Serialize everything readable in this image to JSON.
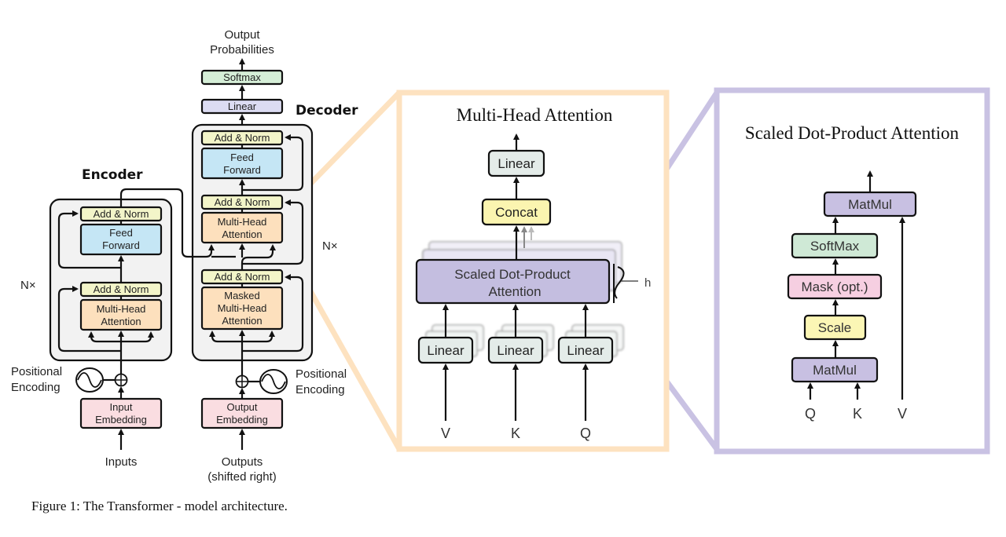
{
  "caption": "Figure 1: The Transformer - model architecture.",
  "colors": {
    "add_norm": "#f3f5c9",
    "feed_forward": "#c5e6f5",
    "attention": "#fde0bd",
    "embedding": "#fadde1",
    "linear_top": "#dcdcf2",
    "softmax_top": "#d5eed7",
    "mha_frame": "#fde2c0",
    "sdpa_frame": "#c9c2e3",
    "linear_mha": "#e4ece9",
    "concat": "#fbf5b0",
    "sdpa_box": "#c4bee0",
    "matmul": "#c8c0e2",
    "softmax_sdpa": "#cfe9d6",
    "mask": "#f6cfe1",
    "scale": "#fbf6b5",
    "container": "#f2f2f2"
  },
  "transformer": {
    "output_probabilities": [
      "Output",
      "Probabilities"
    ],
    "softmax": "Softmax",
    "linear": "Linear",
    "decoder_title": "Decoder",
    "encoder_title": "Encoder",
    "nx_left": "N×",
    "nx_right": "N×",
    "encoder": {
      "add_norm_top": "Add & Norm",
      "feed_forward": [
        "Feed",
        "Forward"
      ],
      "add_norm_bottom": "Add & Norm",
      "multi_head_attention": [
        "Multi-Head",
        "Attention"
      ]
    },
    "decoder": {
      "add_norm_1": "Add & Norm",
      "feed_forward": [
        "Feed",
        "Forward"
      ],
      "add_norm_2": "Add & Norm",
      "multi_head_attention": [
        "Multi-Head",
        "Attention"
      ],
      "add_norm_3": "Add & Norm",
      "masked_attention": [
        "Masked",
        "Multi-Head",
        "Attention"
      ]
    },
    "pos_enc_left": [
      "Positional",
      "Encoding"
    ],
    "pos_enc_right": [
      "Positional",
      "Encoding"
    ],
    "input_embedding": [
      "Input",
      "Embedding"
    ],
    "output_embedding": [
      "Output",
      "Embedding"
    ],
    "inputs": "Inputs",
    "outputs": [
      "Outputs",
      "(shifted right)"
    ]
  },
  "multi_head": {
    "title": "Multi-Head Attention",
    "linear_top": "Linear",
    "concat": "Concat",
    "sdpa": [
      "Scaled Dot-Product",
      "Attention"
    ],
    "h_label": "h",
    "linear_inputs": [
      "Linear",
      "Linear",
      "Linear"
    ],
    "inputs": [
      "V",
      "K",
      "Q"
    ]
  },
  "sdpa": {
    "title": "Scaled Dot-Product Attention",
    "matmul_top": "MatMul",
    "softmax": "SoftMax",
    "mask": "Mask (opt.)",
    "scale": "Scale",
    "matmul_bottom": "MatMul",
    "inputs": [
      "Q",
      "K",
      "V"
    ]
  }
}
